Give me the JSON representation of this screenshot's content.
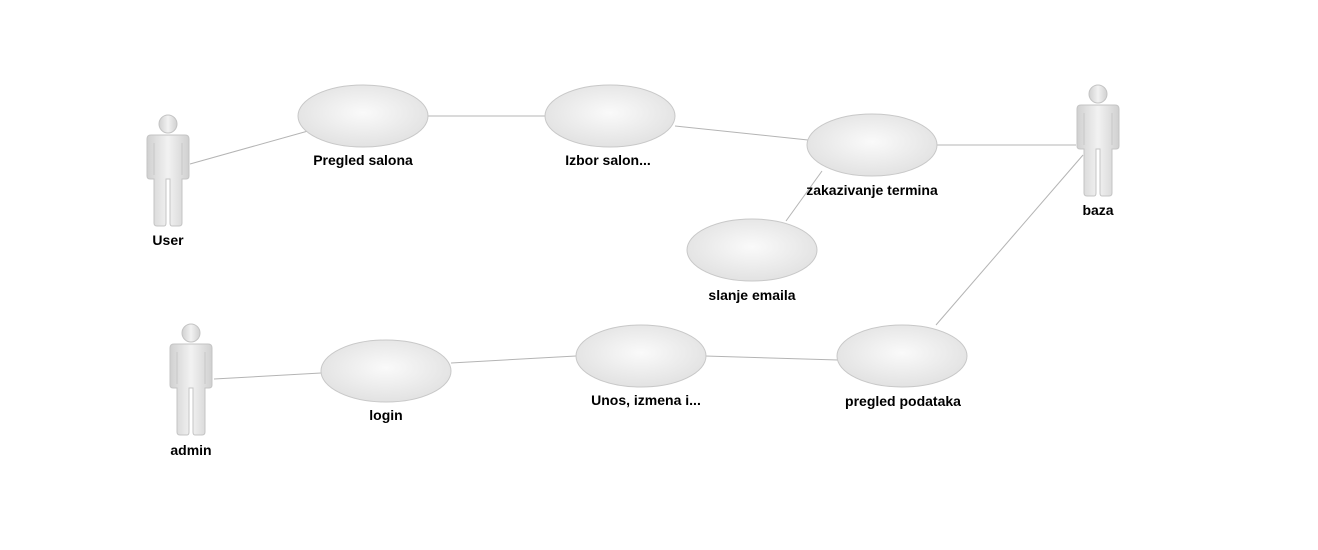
{
  "diagram": {
    "actors": {
      "user": {
        "label": "User"
      },
      "baza": {
        "label": "baza"
      },
      "admin": {
        "label": "admin"
      }
    },
    "use_cases": {
      "pregled_salona": {
        "label": "Pregled salona"
      },
      "izbor_salona": {
        "label": "Izbor salon..."
      },
      "zakazivanje_termina": {
        "label": "zakazivanje termina"
      },
      "slanje_emaila": {
        "label": "slanje emaila"
      },
      "login": {
        "label": "login"
      },
      "unos_izmena": {
        "label": "Unos, izmena i..."
      },
      "pregled_podataka": {
        "label": "pregled podataka"
      }
    },
    "colors": {
      "line": "#b4b4b4",
      "usecase_fill_center": "#fafafa",
      "usecase_fill_edge": "#e2e2e2",
      "actor_fill": "#dcdcdc",
      "actor_stroke": "#c4c4c4"
    }
  }
}
